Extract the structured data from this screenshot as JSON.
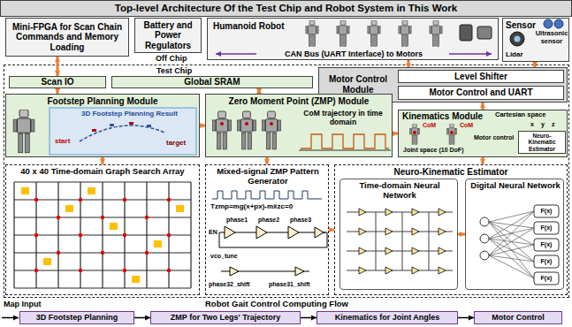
{
  "diagram": {
    "title": "Top-level Architecture Of the Test Chip and Robot System in This Work",
    "nodes": [
      {
        "text": [
          "Mini-FPGA for Scan Chain Commands and Memory Loading"
        ]
      },
      {
        "text": [
          "Battery and Power Regulators"
        ]
      },
      {
        "text": [
          "Humanoid Robot",
          "CAN Bus (UART Interface) to Motors"
        ]
      },
      {
        "text": [
          "Sensor"
        ]
      },
      {
        "text": [
          "Test Chip"
        ]
      },
      {
        "text": [
          "Scan IO"
        ],
        "in": 4
      },
      {
        "text": [
          "Global SRAM"
        ],
        "in": 4
      },
      {
        "text": [
          "Motor Control Module"
        ],
        "in": 4
      },
      {
        "text": [
          "Level Shifter"
        ],
        "in": 7
      },
      {
        "text": [
          "Motor Control and UART"
        ],
        "in": 7
      },
      {
        "text": [
          "Footstep Planning Module"
        ],
        "in": 4
      },
      {
        "text": [
          "Zero Moment Point (ZMP) Module"
        ],
        "in": 4
      },
      {
        "text": [
          "Kinematics Module"
        ],
        "in": 4
      },
      {
        "text": [
          "Neuro-Kinematic Estimator"
        ],
        "in": 12
      },
      {
        "text": [
          "40 x 40 Time-domain Graph Search Array"
        ],
        "in": 4
      },
      {
        "text": [
          "Mixed-signal ZMP Pattern Generator"
        ],
        "in": 4
      },
      {
        "text": [
          "Neuro-Kinematic Estimator"
        ],
        "in": 4
      },
      {
        "text": [
          "Time-domain Neural Network"
        ],
        "in": 16
      },
      {
        "text": [
          "Digital Neural Network"
        ],
        "in": 16
      },
      {
        "text": [
          "3D Footstep Planning"
        ]
      },
      {
        "text": [
          "ZMP for Two Legs' Trajectory"
        ]
      },
      {
        "text": [
          "Kinematics for Joint Angles"
        ]
      },
      {
        "text": [
          "Motor Control"
        ]
      }
    ],
    "edges": [
      {
        "from": 0,
        "to": 5,
        "arrow": "both"
      },
      {
        "from": 5,
        "to": 10,
        "arrow": "to"
      },
      {
        "from": 6,
        "to": 11,
        "arrow": "both"
      },
      {
        "from": 10,
        "to": 11,
        "arrow": "to"
      },
      {
        "from": 11,
        "to": 12,
        "arrow": "to"
      },
      {
        "from": 12,
        "to": 7,
        "arrow": "to"
      },
      {
        "from": 7,
        "to": 2,
        "arrow": "to"
      },
      {
        "from": 3,
        "to": 7,
        "arrow": "to"
      },
      {
        "from": 10,
        "to": 14,
        "arrow": "to"
      },
      {
        "from": 11,
        "to": 15,
        "arrow": "to"
      },
      {
        "from": 12,
        "to": 16,
        "arrow": "to"
      },
      {
        "from": 15,
        "to": 16,
        "arrow": "to"
      },
      {
        "from": 17,
        "to": 18,
        "arrow": "to"
      },
      {
        "from": 19,
        "to": 20,
        "arrow": "to"
      },
      {
        "from": 20,
        "to": 21,
        "arrow": "to"
      },
      {
        "from": 21,
        "to": 22,
        "arrow": "to"
      }
    ],
    "labels": [
      "Off Chip",
      "Lidar",
      "Ultrasonic sensor",
      "start",
      "3D Footstep Planning Result",
      "target",
      "CoM trajectory in time domain",
      "CoM",
      "CoM",
      "Motor control",
      "Cartesian space",
      "x",
      "y",
      "z",
      "Joint space (10 DoF)",
      "Tzmp=mg(x+px)-mẍzc=0",
      "EN",
      "phase1",
      "phase2",
      "phase3",
      "vco_tune",
      "phase32_shift",
      "phase31_shift",
      "F(x)",
      "F(x)",
      "F(x)",
      "F(x)",
      "F(x)",
      "Map Input",
      "Robot Gait Control Computing Flow"
    ]
  }
}
